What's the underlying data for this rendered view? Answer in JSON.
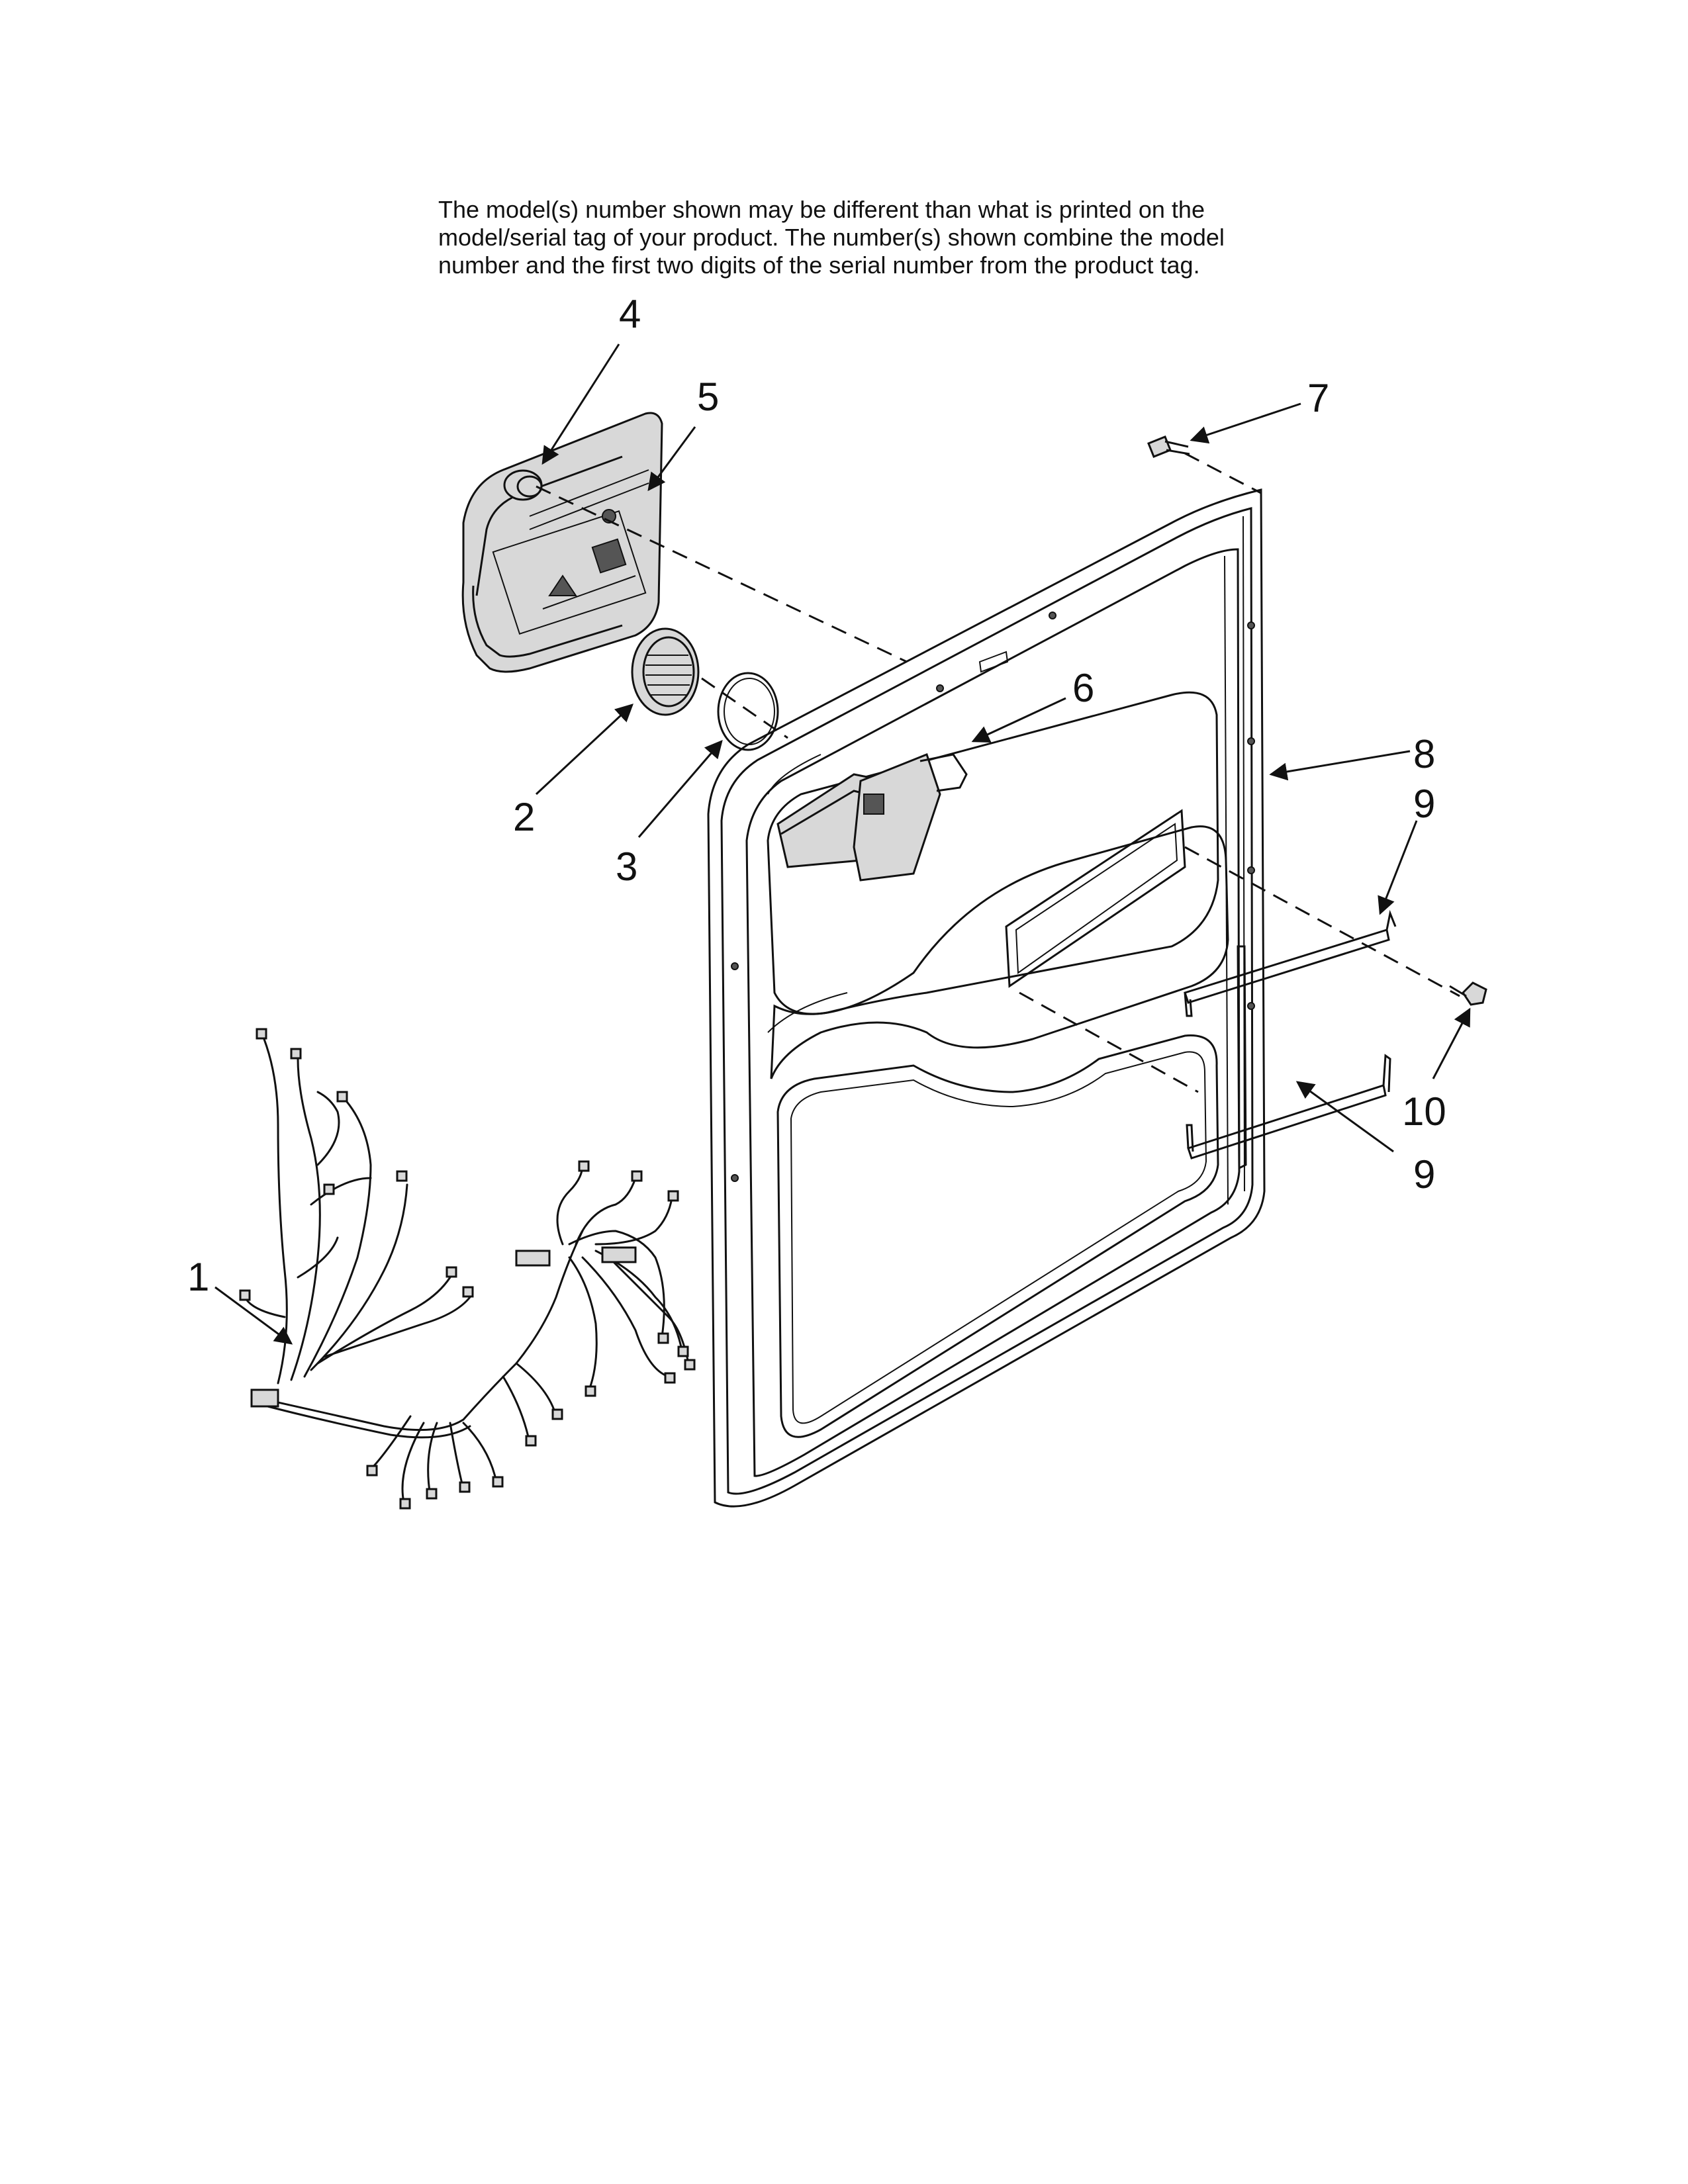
{
  "note": {
    "line1": "The model(s) number shown may be different than what is printed on the",
    "line2": "model/serial tag of your product. The number(s) shown combine the model",
    "line3": "number and the first two digits of the serial number from the product tag."
  },
  "callouts": {
    "c1": "1",
    "c2": "2",
    "c3": "3",
    "c4": "4",
    "c5": "5",
    "c6": "6",
    "c7": "7",
    "c8": "8",
    "c9a": "9",
    "c9b": "9",
    "c10": "10"
  }
}
